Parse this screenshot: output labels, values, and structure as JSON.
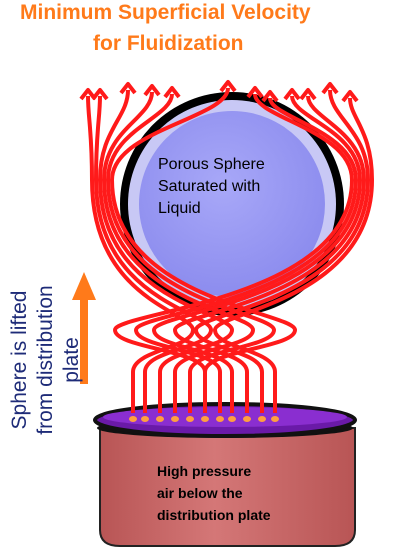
{
  "title": {
    "line1": "Minimum Superficial Velocity",
    "line2": "for Fluidization"
  },
  "sphere": {
    "lines": [
      "Porous Sphere",
      "Saturated with",
      "Liquid"
    ]
  },
  "chamber": {
    "lines": [
      "High pressure",
      "air below  the",
      "distribution plate"
    ]
  },
  "side_label": {
    "lines": [
      "Sphere is lifted",
      "from distribution",
      "plate"
    ]
  },
  "colors": {
    "title": "#ff7a1a",
    "flow_arrows": "#ff1a1a",
    "lift_arrow": "#ff7a1a",
    "sphere_fill": "#9a9af5",
    "sphere_rim": "#c8c8f5",
    "plate": "#6a1aa8",
    "chamber": "#cc6666",
    "side_label": "#1e2b78"
  },
  "icons": {
    "flow": "air-flow-arrow-icon",
    "lift": "up-arrow-icon"
  }
}
